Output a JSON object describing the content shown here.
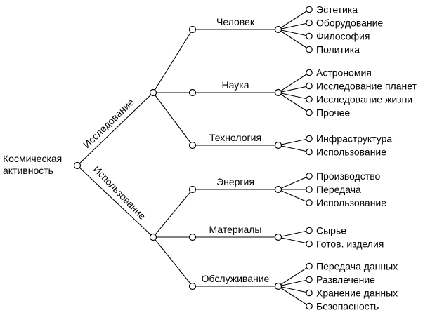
{
  "root": [
    "Космическая",
    "активность"
  ],
  "branches": [
    {
      "label": "Исследование",
      "topics": [
        {
          "label": "Человек",
          "items": [
            "Эстетика",
            "Оборудование",
            "Философия",
            "Политика"
          ]
        },
        {
          "label": "Наука",
          "items": [
            "Астрономия",
            "Исследование планет",
            "Исследование жизни",
            "Прочее"
          ]
        },
        {
          "label": "Технология",
          "items": [
            "Инфраструктура",
            "Использование"
          ]
        }
      ]
    },
    {
      "label": "Использование",
      "topics": [
        {
          "label": "Энергия",
          "items": [
            "Производство",
            "Передача",
            "Использование"
          ]
        },
        {
          "label": "Материалы",
          "items": [
            "Сырье",
            "Готов. изделия"
          ]
        },
        {
          "label": "Обслуживание",
          "items": [
            "Передача данных",
            "Развлечение",
            "Хранение данных",
            "Безопасность"
          ]
        }
      ]
    }
  ]
}
